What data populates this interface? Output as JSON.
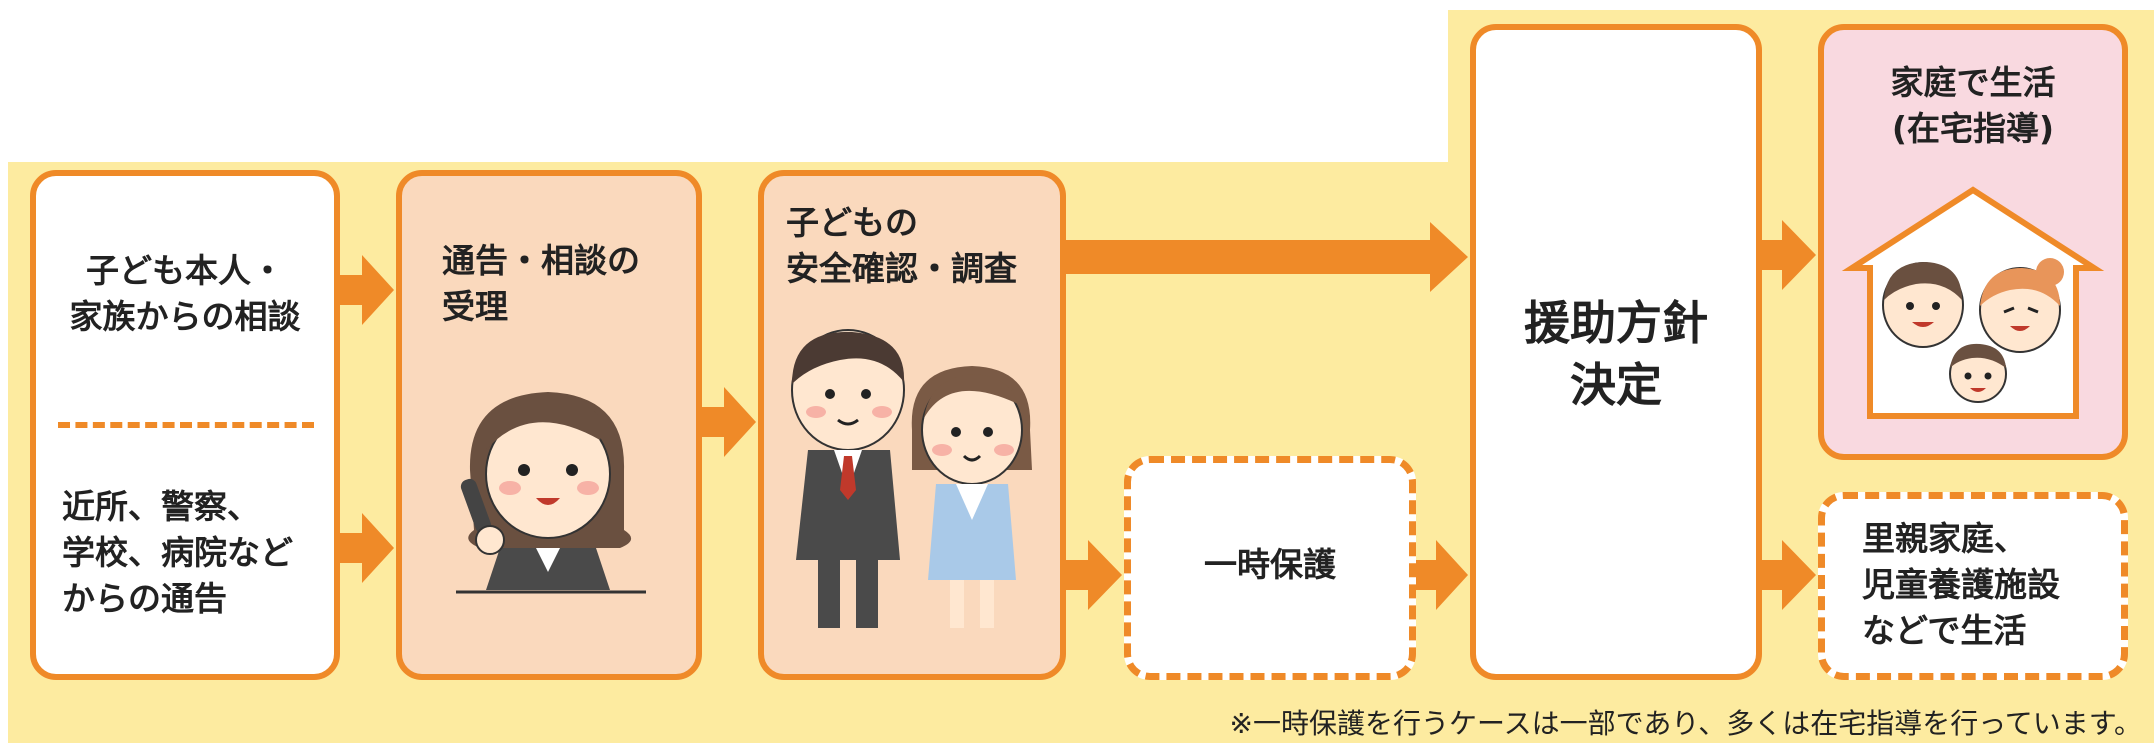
{
  "colors": {
    "orange": "#ef8a28",
    "cream": "#fdeba0",
    "peach": "#fad9bd",
    "pink": "#f9d9e0",
    "white": "#ffffff"
  },
  "steps": {
    "self_consult": "子ども本人・\n家族からの相談",
    "report": "近所、警察、\n学校、病院など\nからの通告",
    "reception": "通告・相談の\n受理",
    "investigation": "子どもの\n安全確認・調査",
    "temporary_protection": "一時保護",
    "decision": "援助方針\n決定",
    "home_life": "家庭で生活\n(在宅指導)",
    "foster_care": "里親家庭、\n児童養護施設\nなどで生活"
  },
  "illustrations": {
    "phone_operator": "woman-on-phone-icon",
    "staff_pair": "staff-pair-icon",
    "family_house": "family-house-icon"
  },
  "footnote": "※一時保護を行うケースは一部であり、多くは在宅指導を行っています。"
}
